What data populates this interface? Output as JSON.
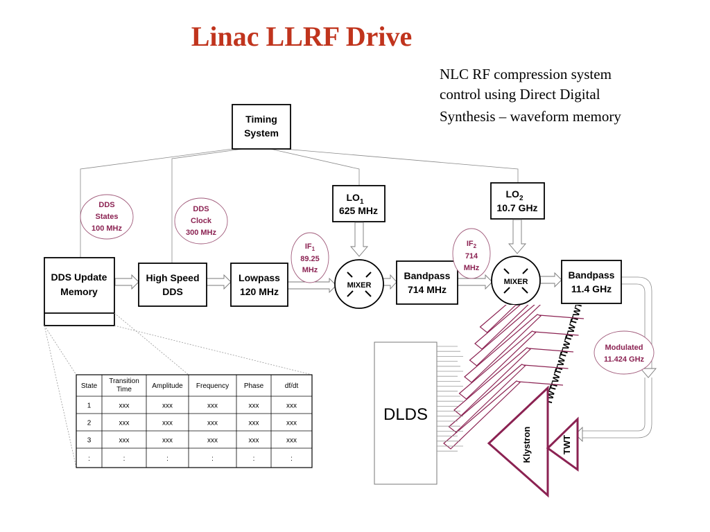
{
  "title": "Linac LLRF Drive",
  "subtitle": {
    "line1": "NLC RF compression system",
    "line2": "control using Direct Digital",
    "line3": "Synthesis – waveform memory"
  },
  "blocks": {
    "timing": {
      "line1": "Timing",
      "line2": "System"
    },
    "dds_update": {
      "line1": "DDS  Update",
      "line2": "Memory"
    },
    "high_speed": {
      "line1": "High Speed",
      "line2": "DDS"
    },
    "lowpass": {
      "line1": "Lowpass",
      "line2": "120 MHz"
    },
    "lo1": {
      "main": "LO",
      "sub": "1",
      "freq": "625 MHz"
    },
    "lo2": {
      "main": "LO",
      "sub": "2",
      "freq": "10.7 GHz"
    },
    "mixer1": "MIXER",
    "mixer2": "MIXER",
    "bandpass1": {
      "line1": "Bandpass",
      "line2": "714 MHz"
    },
    "bandpass2": {
      "line1": "Bandpass",
      "line2": "11.4 GHz"
    },
    "dlds": "DLDS",
    "klystron": "Klystron",
    "twt": "TWT"
  },
  "annotations": {
    "dds_states": {
      "line1": "DDS",
      "line2": "States",
      "line3": "100 MHz"
    },
    "dds_clock": {
      "line1": "DDS",
      "line2": "Clock",
      "line3": "300 MHz"
    },
    "if1": {
      "main": "IF",
      "sub": "1",
      "line2": "89.25",
      "line3": "MHz"
    },
    "if2": {
      "main": "IF",
      "sub": "2",
      "line2": "714",
      "line3": "MHz"
    },
    "modulated": {
      "line1": "Modulated",
      "line2": "11.424 GHz"
    }
  },
  "table": {
    "headers": [
      "State",
      "Transition Time",
      "Amplitude",
      "Frequency",
      "Phase",
      "df/dt"
    ],
    "rows": [
      [
        "1",
        "xxx",
        "xxx",
        "xxx",
        "xxx",
        "xxx"
      ],
      [
        "2",
        "xxx",
        "xxx",
        "xxx",
        "xxx",
        "xxx"
      ],
      [
        "3",
        "xxx",
        "xxx",
        "xxx",
        "xxx",
        "xxx"
      ],
      [
        ":",
        ":",
        ":",
        ":",
        ":",
        ":"
      ]
    ]
  }
}
